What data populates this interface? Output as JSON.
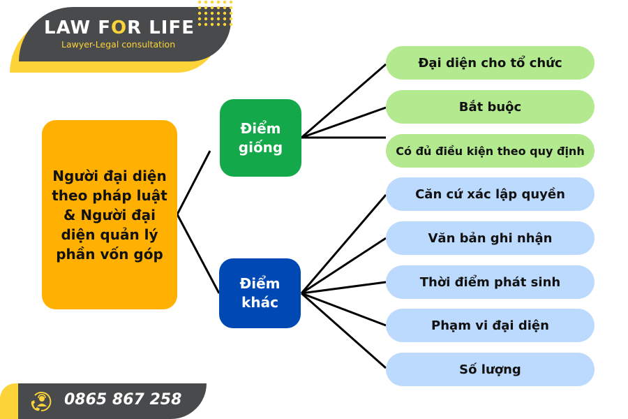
{
  "brand": {
    "title_parts": [
      "L",
      "A",
      "W F",
      "O",
      "R LIFE"
    ],
    "title": "LAW FOR LIFE",
    "subtitle": "Lawyer-Legal consultation",
    "colors": {
      "yellow": "#fdd33a",
      "dark": "#484a4c"
    }
  },
  "footer": {
    "phone": "0865 867 258",
    "icon": "phone-support-icon"
  },
  "diagram": {
    "root": {
      "label": "Người đại diện theo pháp luật & Người đại diện quản lý phần vốn góp",
      "color": "#ffb000"
    },
    "branches": [
      {
        "label": "Điểm giống",
        "color": "#13a94a",
        "leaf_color": "#b3e98f",
        "items": [
          "Đại diện cho tổ chức",
          "Bắt buộc",
          "Có đủ điều kiện theo quy định"
        ]
      },
      {
        "label": "Điểm khác",
        "color": "#0048b4",
        "leaf_color": "#bcdafd",
        "items": [
          "Căn cứ xác lập quyền",
          "Văn bản ghi nhận",
          "Thời điểm phát sinh",
          "Phạm vi đại diện",
          "Số lượng"
        ]
      }
    ]
  }
}
